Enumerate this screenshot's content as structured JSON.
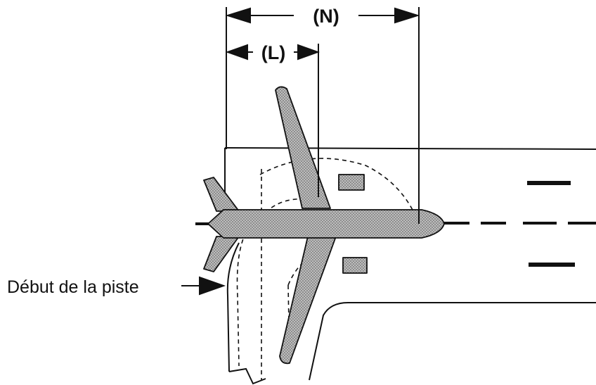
{
  "dimensions": {
    "n_label": "(N)",
    "l_label": "(L)"
  },
  "runway": {
    "start_label": "Début de la piste"
  },
  "colors": {
    "ink": "#111111",
    "aircraft_fill": "#a9a9a9",
    "background": "#ffffff"
  },
  "icons": {
    "aircraft": "airplane-top-view-icon",
    "pointer": "arrow-right-icon"
  }
}
